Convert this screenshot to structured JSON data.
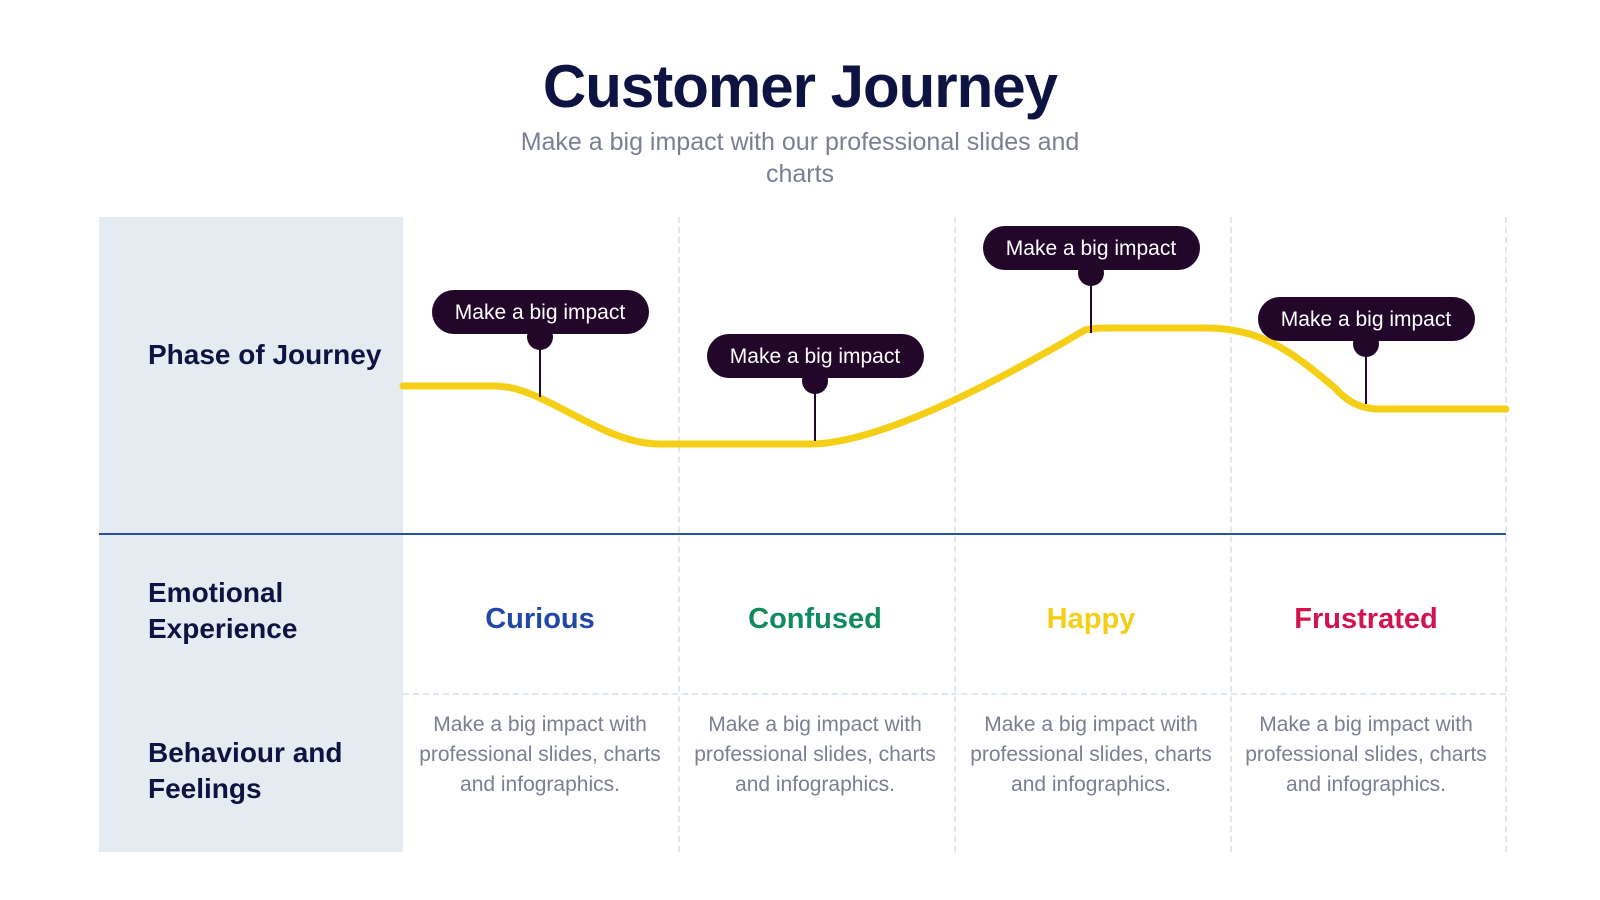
{
  "header": {
    "title": "Customer Journey",
    "subtitle": "Make a big impact with our professional slides and charts"
  },
  "rows": {
    "phase": "Phase of Journey",
    "emotional": "Emotional Experience",
    "behaviour": "Behaviour and Feelings"
  },
  "stages": [
    {
      "callout": "Make a big impact",
      "emotion": "Curious",
      "emotion_color": "#2148a8",
      "description": "Make a big impact with professional slides, charts and infographics."
    },
    {
      "callout": "Make a big impact",
      "emotion": "Confused",
      "emotion_color": "#118a5e",
      "description": "Make a big impact with professional slides, charts and infographics."
    },
    {
      "callout": "Make a big impact",
      "emotion": "Happy",
      "emotion_color": "#f5cf16",
      "description": "Make a big impact with professional slides, charts and infographics."
    },
    {
      "callout": "Make a big impact",
      "emotion": "Frustrated",
      "emotion_color": "#d3134f",
      "description": "Make a big impact with professional slides, charts and infographics."
    }
  ],
  "colors": {
    "curve": "#f5cf16",
    "callout_bg": "#22072b",
    "title": "#0d1442",
    "divider": "#2a4fa3"
  },
  "icons": {
    "callout_pin": "pin-dot-icon"
  }
}
